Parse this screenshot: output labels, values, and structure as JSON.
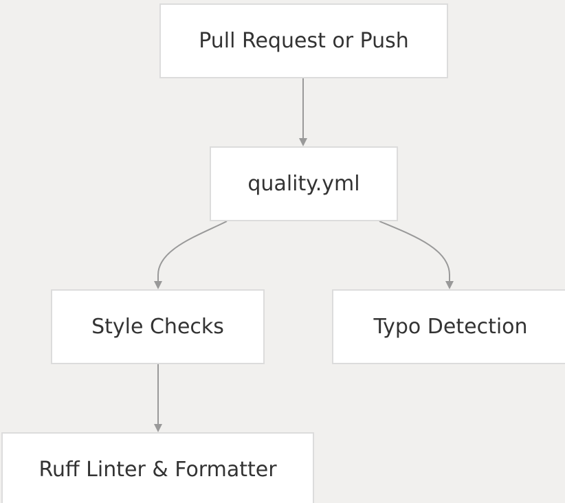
{
  "diagram": {
    "nodes": [
      {
        "id": "pull",
        "label": "Pull Request or Push"
      },
      {
        "id": "quality",
        "label": "quality.yml"
      },
      {
        "id": "style",
        "label": "Style Checks"
      },
      {
        "id": "typo",
        "label": "Typo Detection"
      },
      {
        "id": "ruff",
        "label": "Ruff Linter & Formatter"
      }
    ],
    "edges": [
      {
        "from": "pull",
        "to": "quality"
      },
      {
        "from": "quality",
        "to": "style"
      },
      {
        "from": "quality",
        "to": "typo"
      },
      {
        "from": "style",
        "to": "ruff"
      }
    ],
    "colors": {
      "background": "#f1f0ee",
      "node_fill": "#ffffff",
      "node_border": "#dcdcdc",
      "edge": "#999999",
      "text": "#333333"
    }
  }
}
